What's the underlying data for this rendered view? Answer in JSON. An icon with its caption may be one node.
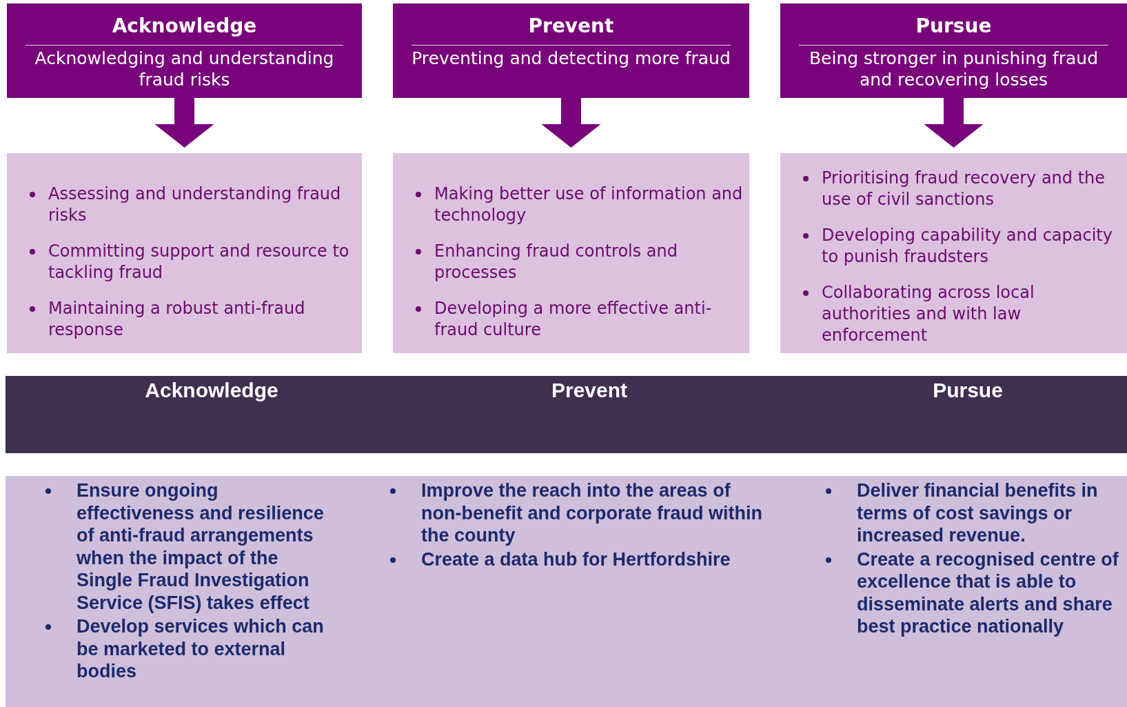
{
  "diagram": {
    "nodes": [
      {
        "text": [
          "Acknowledge",
          "Acknowledging and understanding fraud risks"
        ]
      },
      {
        "text": [
          "Prevent",
          "Preventing and detecting more fraud"
        ]
      },
      {
        "text": [
          "Pursue",
          "Being stronger in punishing fraud and recovering losses"
        ]
      },
      {
        "text": [
          "Assessing and understanding fraud risks",
          "Committing support and resource to tackling fraud",
          "Maintaining a robust anti-fraud response"
        ]
      },
      {
        "text": [
          "Making better use of information and technology",
          "Enhancing fraud controls and processes",
          "Developing a more effective anti-fraud culture"
        ]
      },
      {
        "text": [
          "Prioritising fraud recovery and the use of civil sanctions",
          "Developing capability and capacity to punish fraudsters",
          "Collaborating across local authorities and with law enforcement"
        ]
      },
      {
        "text": [
          "Acknowledge",
          "Prevent",
          "Pursue"
        ]
      },
      {
        "text": [
          "Ensure ongoing effectiveness and resilience of anti-fraud arrangements when the impact of the Single Fraud Investigation Service (SFIS) takes effect",
          "Develop services which can be marketed to external bodies",
          "Improve the reach into the areas of non-benefit and corporate fraud within the county",
          "Create a data hub for Hertfordshire",
          "Deliver financial benefits in terms of cost savings or increased revenue.",
          "Create a recognised centre of excellence that is able to disseminate alerts and share best practice nationally"
        ]
      }
    ],
    "edges": [
      {
        "from": 0,
        "to": 3,
        "arrow": "to"
      },
      {
        "from": 1,
        "to": 4,
        "arrow": "to"
      },
      {
        "from": 2,
        "to": 5,
        "arrow": "to"
      }
    ]
  }
}
